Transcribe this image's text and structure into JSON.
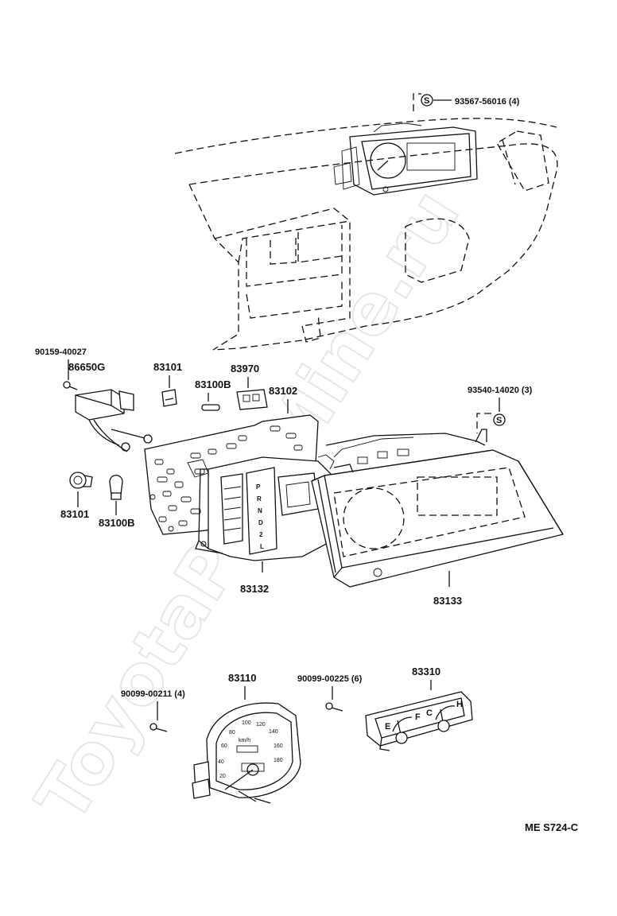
{
  "watermark": "ToyotaPartMine.ru",
  "diagram_code": "ME S724-C",
  "labels": {
    "bolt_top": "93567-56016 (4)",
    "bolt_right": "93540-14020 (3)",
    "screw_left": "90159-40027",
    "p86650g": "86650G",
    "p83101_top": "83101",
    "p83100b_top": "83100B",
    "p83970": "83970",
    "p83102": "83102",
    "p83101_bottom": "83101",
    "p83100b_bottom": "83100B",
    "p83132": "83132",
    "p83133": "83133",
    "p83110": "83110",
    "screw_gauge": "90099-00211 (4)",
    "screw_meter": "90099-00225 (6)",
    "p83310": "83310"
  },
  "dial": {
    "unit": "km/h",
    "ticks": [
      "20",
      "40",
      "60",
      "80",
      "100",
      "120",
      "140",
      "160",
      "180"
    ]
  },
  "gear": [
    "P",
    "R",
    "N",
    "D",
    "2",
    "L"
  ],
  "gauge": {
    "fuel_e": "E",
    "fuel_f": "F",
    "temp_c": "C",
    "temp_h": "H"
  },
  "symbol": "S"
}
